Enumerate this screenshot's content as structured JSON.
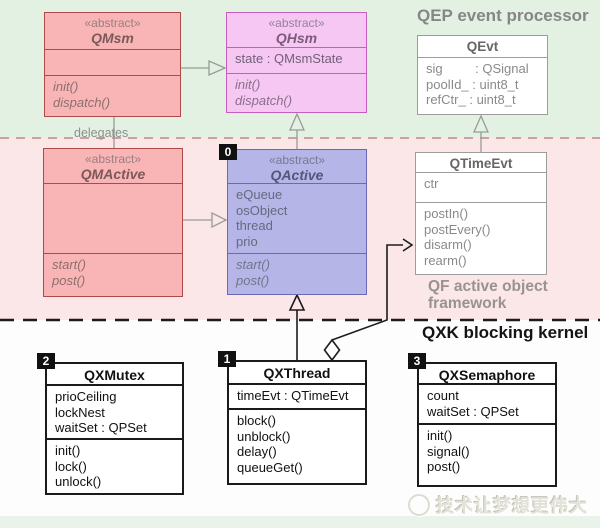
{
  "regions": {
    "qep": {
      "title": "QEP event processor"
    },
    "qf": {
      "title_line1": "QF active object",
      "title_line2": "framework"
    },
    "qxk": {
      "title": "QXK blocking kernel"
    }
  },
  "labels": {
    "delegates": "delegates"
  },
  "classes": {
    "qmsm": {
      "stereotype": "«abstract»",
      "name": "QMsm",
      "badge": "",
      "attrs": [],
      "ops": [
        "init()",
        "dispatch()"
      ]
    },
    "qhsm": {
      "stereotype": "«abstract»",
      "name": "QHsm",
      "badge": "",
      "attrs": [
        "state : QMsmState"
      ],
      "ops": [
        "init()",
        "dispatch()"
      ]
    },
    "qevt": {
      "name": "QEvt",
      "badge": "",
      "attrs": [
        "sig         : QSignal",
        "poolId_ : uint8_t",
        "refCtr_ : uint8_t"
      ],
      "ops": []
    },
    "qmactive": {
      "stereotype": "«abstract»",
      "name": "QMActive",
      "badge": "",
      "attrs": [],
      "ops": [
        "start()",
        "post()"
      ]
    },
    "qactive": {
      "stereotype": "«abstract»",
      "name": "QActive",
      "badge": "0",
      "attrs": [
        "eQueue",
        "osObject",
        "thread",
        "prio"
      ],
      "ops": [
        "start()",
        "post()"
      ]
    },
    "qtimeevt": {
      "name": "QTimeEvt",
      "badge": "",
      "attrs": [
        "ctr"
      ],
      "ops": [
        "postIn()",
        "postEvery()",
        "disarm()",
        "rearm()"
      ]
    },
    "qxmutex": {
      "name": "QXMutex",
      "badge": "2",
      "attrs": [
        "prioCeiling",
        "lockNest",
        "waitSet : QPSet"
      ],
      "ops": [
        "init()",
        "lock()",
        "unlock()"
      ]
    },
    "qxthread": {
      "name": "QXThread",
      "badge": "1",
      "attrs": [
        "timeEvt : QTimeEvt"
      ],
      "ops": [
        "block()",
        "unblock()",
        "delay()",
        "queueGet()"
      ]
    },
    "qxsemaphore": {
      "name": "QXSemaphore",
      "badge": "3",
      "attrs": [
        "count",
        "waitSet : QPSet"
      ],
      "ops": [
        "init()",
        "signal()",
        "post()"
      ]
    }
  },
  "watermark": {
    "text": "技术让梦想更伟大"
  },
  "colors": {
    "qep_band": "#e2f1e1",
    "qf_band": "#fbe7e7",
    "qxk_band": "#fdfdfd",
    "abstract_red_fill": "#f9b5b5",
    "abstract_red_border": "#ae4a4a",
    "abstract_magenta_fill": "#f6c7f2",
    "abstract_magenta_border": "#c45fc0",
    "abstract_blue_fill": "#b5b5e8",
    "abstract_blue_border": "#6969b5",
    "qf_class_border": "#9c9c9c",
    "qxk_class_border": "#1a1a1a",
    "boundary_qep_qf": "#cf9f9f",
    "boundary_qf_qxk": "#1c1c1c"
  }
}
